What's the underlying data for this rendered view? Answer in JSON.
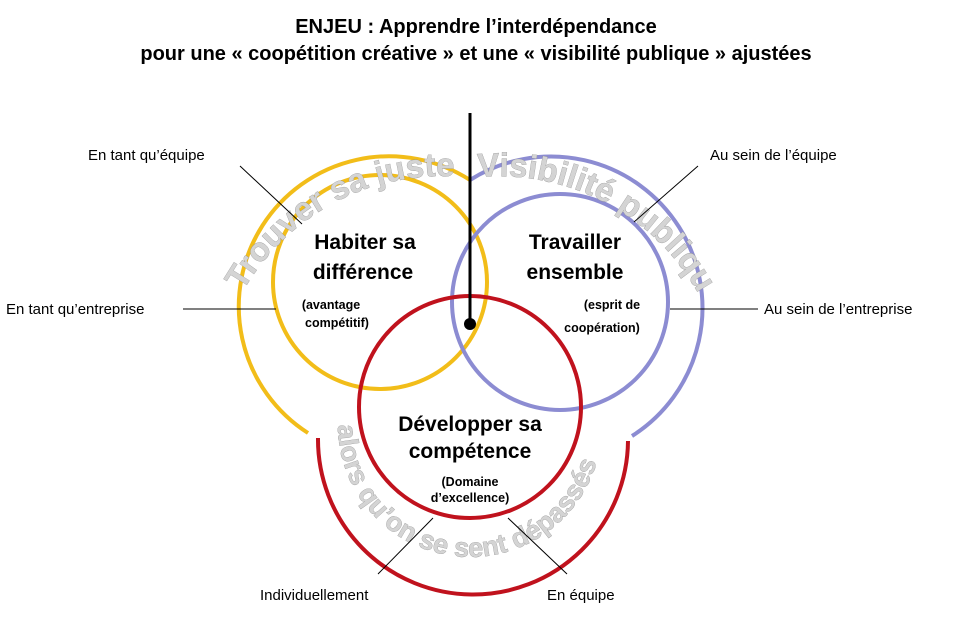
{
  "title": {
    "line1": "ENJEU : Apprendre l’interdépendance",
    "line2": "pour une « coopétition créative » et une « visibilité publique » ajustées"
  },
  "arcs": {
    "left": "Trouver sa juste",
    "right": "Visibilité publique",
    "bottom": "alors qu’on se sent dépassés"
  },
  "circles": {
    "yellow": {
      "line1": "Habiter sa",
      "line2": "différence",
      "sub1": "(avantage",
      "sub2": "compétitif)"
    },
    "blue": {
      "line1": "Travailler",
      "line2": "ensemble",
      "sub1": "(esprit de",
      "sub2": "coopération)"
    },
    "red": {
      "line1": "Développer sa",
      "line2": "compétence",
      "sub1": "(Domaine",
      "sub2": "d’excellence)"
    }
  },
  "labels": {
    "top_left": "En tant qu’équipe",
    "mid_left": "En tant qu’entreprise",
    "top_right": "Au sein de l’équipe",
    "mid_right": "Au sein de l’entreprise",
    "bottom_left": "Individuellement",
    "bottom_right": "En équipe"
  },
  "colors": {
    "yellow": "#f2bd19",
    "blue": "#8c8cd2",
    "red": "#c0121d"
  }
}
